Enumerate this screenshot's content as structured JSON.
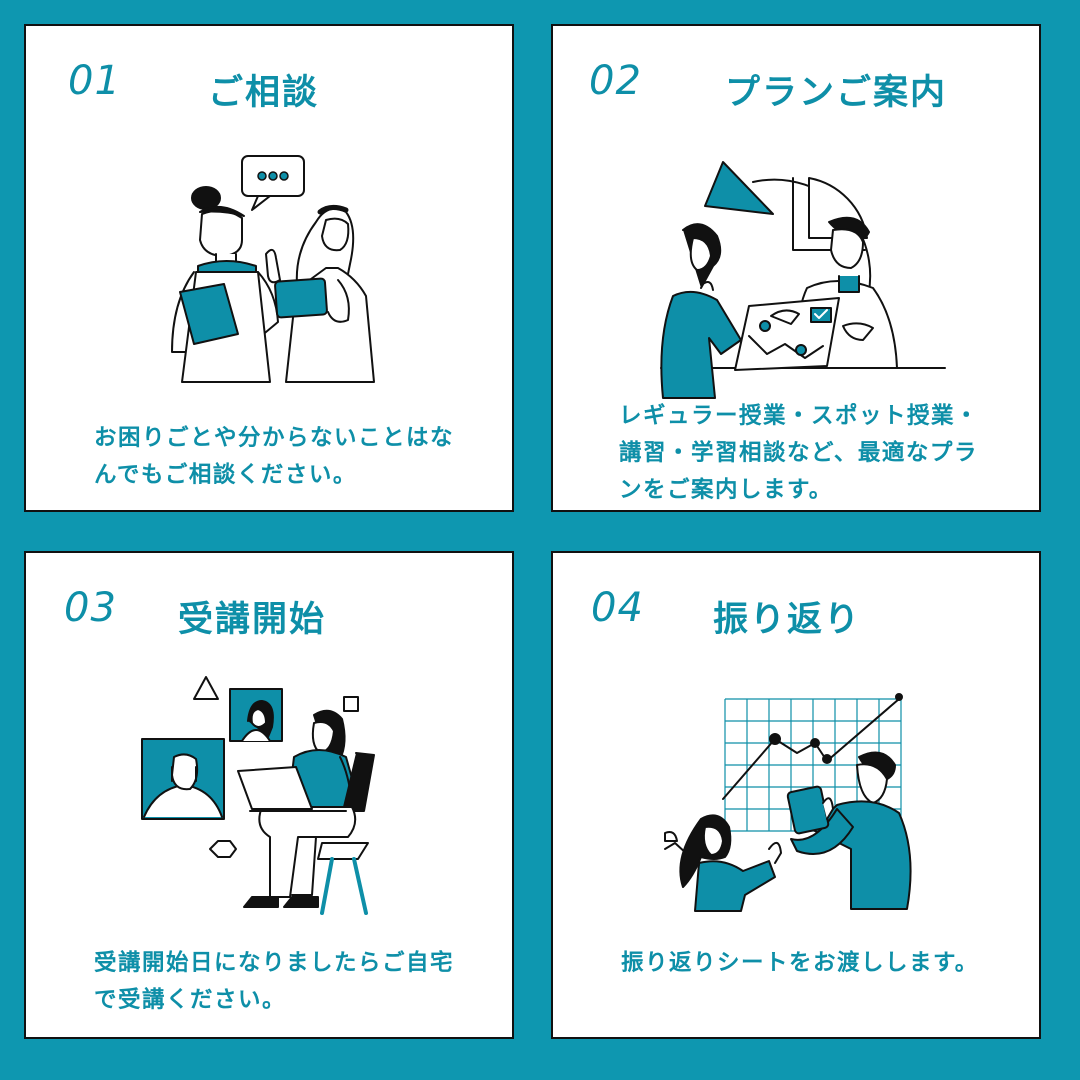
{
  "steps": [
    {
      "number": "01",
      "title": "ご相談",
      "description": "お困りごとや分からないことはなんでもご相談ください。"
    },
    {
      "number": "02",
      "title": "プランご案内",
      "description": "レギュラー授業・スポット授業・講習・学習相談など、最適なプランをご案内します。"
    },
    {
      "number": "03",
      "title": "受講開始",
      "description": "受講開始日になりましたらご自宅で受講ください。"
    },
    {
      "number": "04",
      "title": "振り返り",
      "description": "振り返りシートをお渡しします。"
    }
  ],
  "colors": {
    "background": "#0e97b0",
    "accent": "#0e8fa8",
    "card": "#ffffff",
    "line": "#111111"
  },
  "icons": [
    "consultation-illustration",
    "plan-guidance-illustration",
    "online-class-illustration",
    "review-chart-illustration"
  ]
}
